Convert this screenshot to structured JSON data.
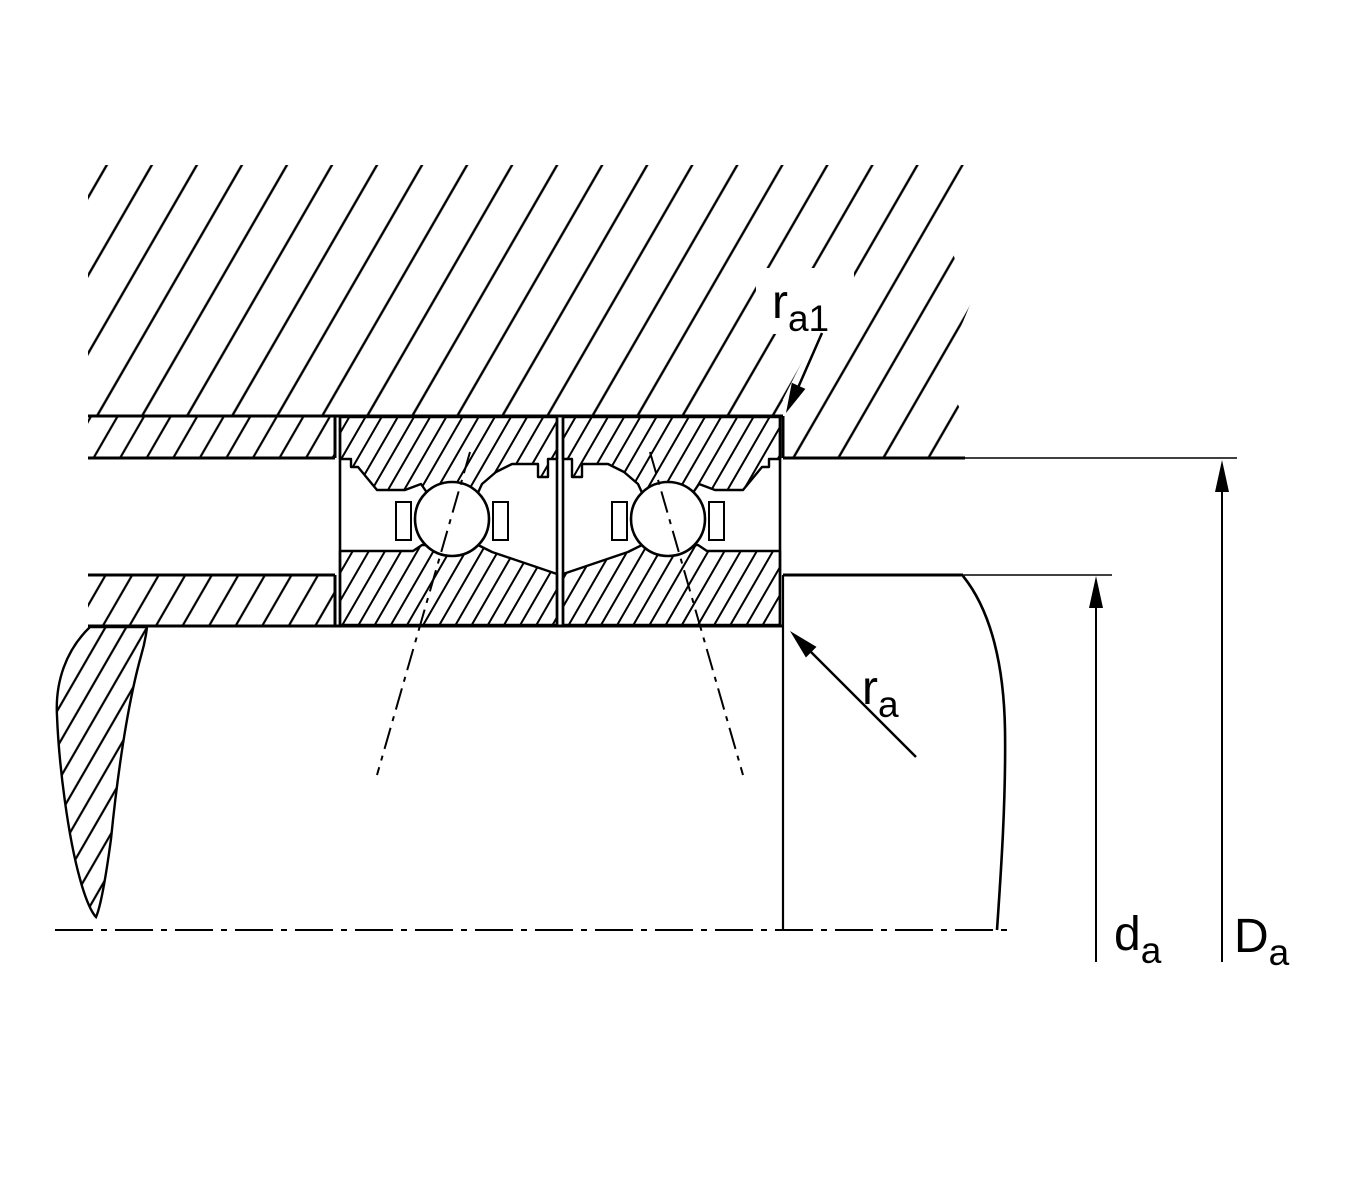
{
  "diagram": {
    "kind": "bearing-mounting-cross-section",
    "labels": {
      "housing_fillet": {
        "main": "r",
        "sub": "a1"
      },
      "shaft_fillet": {
        "main": "r",
        "sub": "a"
      },
      "shaft_abutment_diameter": {
        "main": "d",
        "sub": "a"
      },
      "housing_abutment_diameter": {
        "main": "D",
        "sub": "a"
      }
    },
    "colors": {
      "ink": "#000000",
      "background": "#ffffff"
    }
  }
}
